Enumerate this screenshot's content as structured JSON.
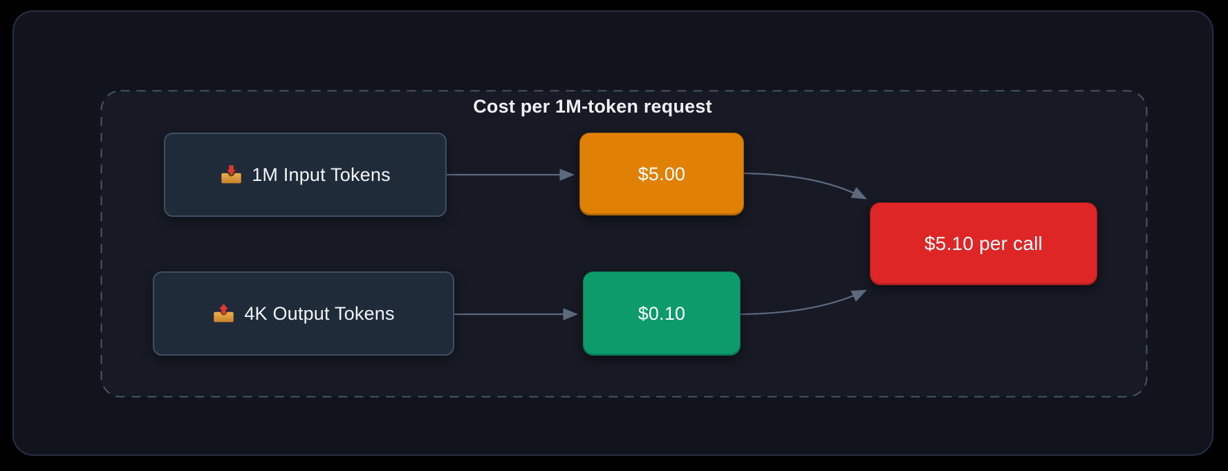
{
  "window": {
    "background": "#000000",
    "card_bg": "#12141d",
    "card_border": "#273043"
  },
  "diagram": {
    "title": "Cost per 1M-token request",
    "group": {
      "bg": "#171a24",
      "border_color": "#4e5a6e",
      "border_style": "dashed"
    },
    "edge_color": "#5d6a7e",
    "nodes": {
      "input": {
        "icon": "inbox-tray-icon",
        "label": "1M Input Tokens",
        "bg": "#202b3a",
        "border": "#3e4e64",
        "text_color": "#f2f4f7"
      },
      "output": {
        "icon": "outbox-tray-icon",
        "label": "4K Output Tokens",
        "bg": "#202b3a",
        "border": "#3e4e64",
        "text_color": "#f2f4f7"
      },
      "input_cost": {
        "label": "$5.00",
        "bg": "#e08106",
        "text_color": "#ffffff"
      },
      "output_cost": {
        "label": "$0.10",
        "bg": "#0d9b6c",
        "text_color": "#ffffff"
      },
      "total": {
        "label": "$5.10 per call",
        "bg": "#de2626",
        "text_color": "#ffffff"
      }
    },
    "edges": [
      {
        "from": "input",
        "to": "input_cost"
      },
      {
        "from": "output",
        "to": "output_cost"
      },
      {
        "from": "input_cost",
        "to": "total"
      },
      {
        "from": "output_cost",
        "to": "total"
      }
    ]
  }
}
